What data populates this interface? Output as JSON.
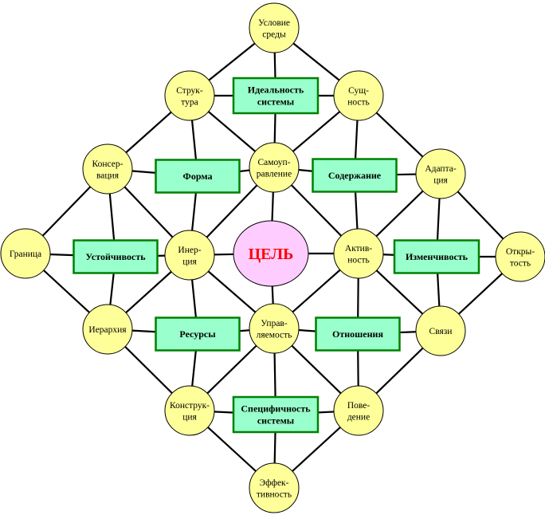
{
  "colors": {
    "circle_fill": "#FFFF99",
    "box_fill": "#99FFCC",
    "box_stroke": "#008000",
    "goal_fill": "#FFCCFF",
    "goal_text": "#FF0000",
    "line": "#000000"
  },
  "goal": {
    "label": "ЦЕЛЬ"
  },
  "circles": {
    "usl": [
      "Условие",
      "среды"
    ],
    "strukt": [
      "Струк-",
      "тура"
    ],
    "sush": [
      "Сущ-",
      "ность"
    ],
    "kons": [
      "Консер-",
      "вация"
    ],
    "samo": [
      "Самоуп-",
      "равление"
    ],
    "adapt": [
      "Адапта-",
      "ция"
    ],
    "gran": [
      "Граница"
    ],
    "inerc": [
      "Инер-",
      "ция"
    ],
    "aktiv": [
      "Актив-",
      "ность"
    ],
    "otkr": [
      "Откры-",
      "тость"
    ],
    "ierarh": [
      "Иерархия"
    ],
    "upr": [
      "Управ-",
      "ляемость"
    ],
    "svyazi": [
      "Связи"
    ],
    "konstr": [
      "Конструк-",
      "ция"
    ],
    "poved": [
      "Пове-",
      "дение"
    ],
    "effekt": [
      "Эффек-",
      "тивность"
    ]
  },
  "boxes": {
    "ideal": [
      "Идеальность",
      "системы"
    ],
    "forma": [
      "Форма"
    ],
    "soder": [
      "Содержание"
    ],
    "ustoich": [
      "Устойчивость"
    ],
    "izmen": [
      "Изменчивость"
    ],
    "resursy": [
      "Ресурсы"
    ],
    "otnosh": [
      "Отношения"
    ],
    "spec": [
      "Специфичность",
      "системы"
    ]
  }
}
